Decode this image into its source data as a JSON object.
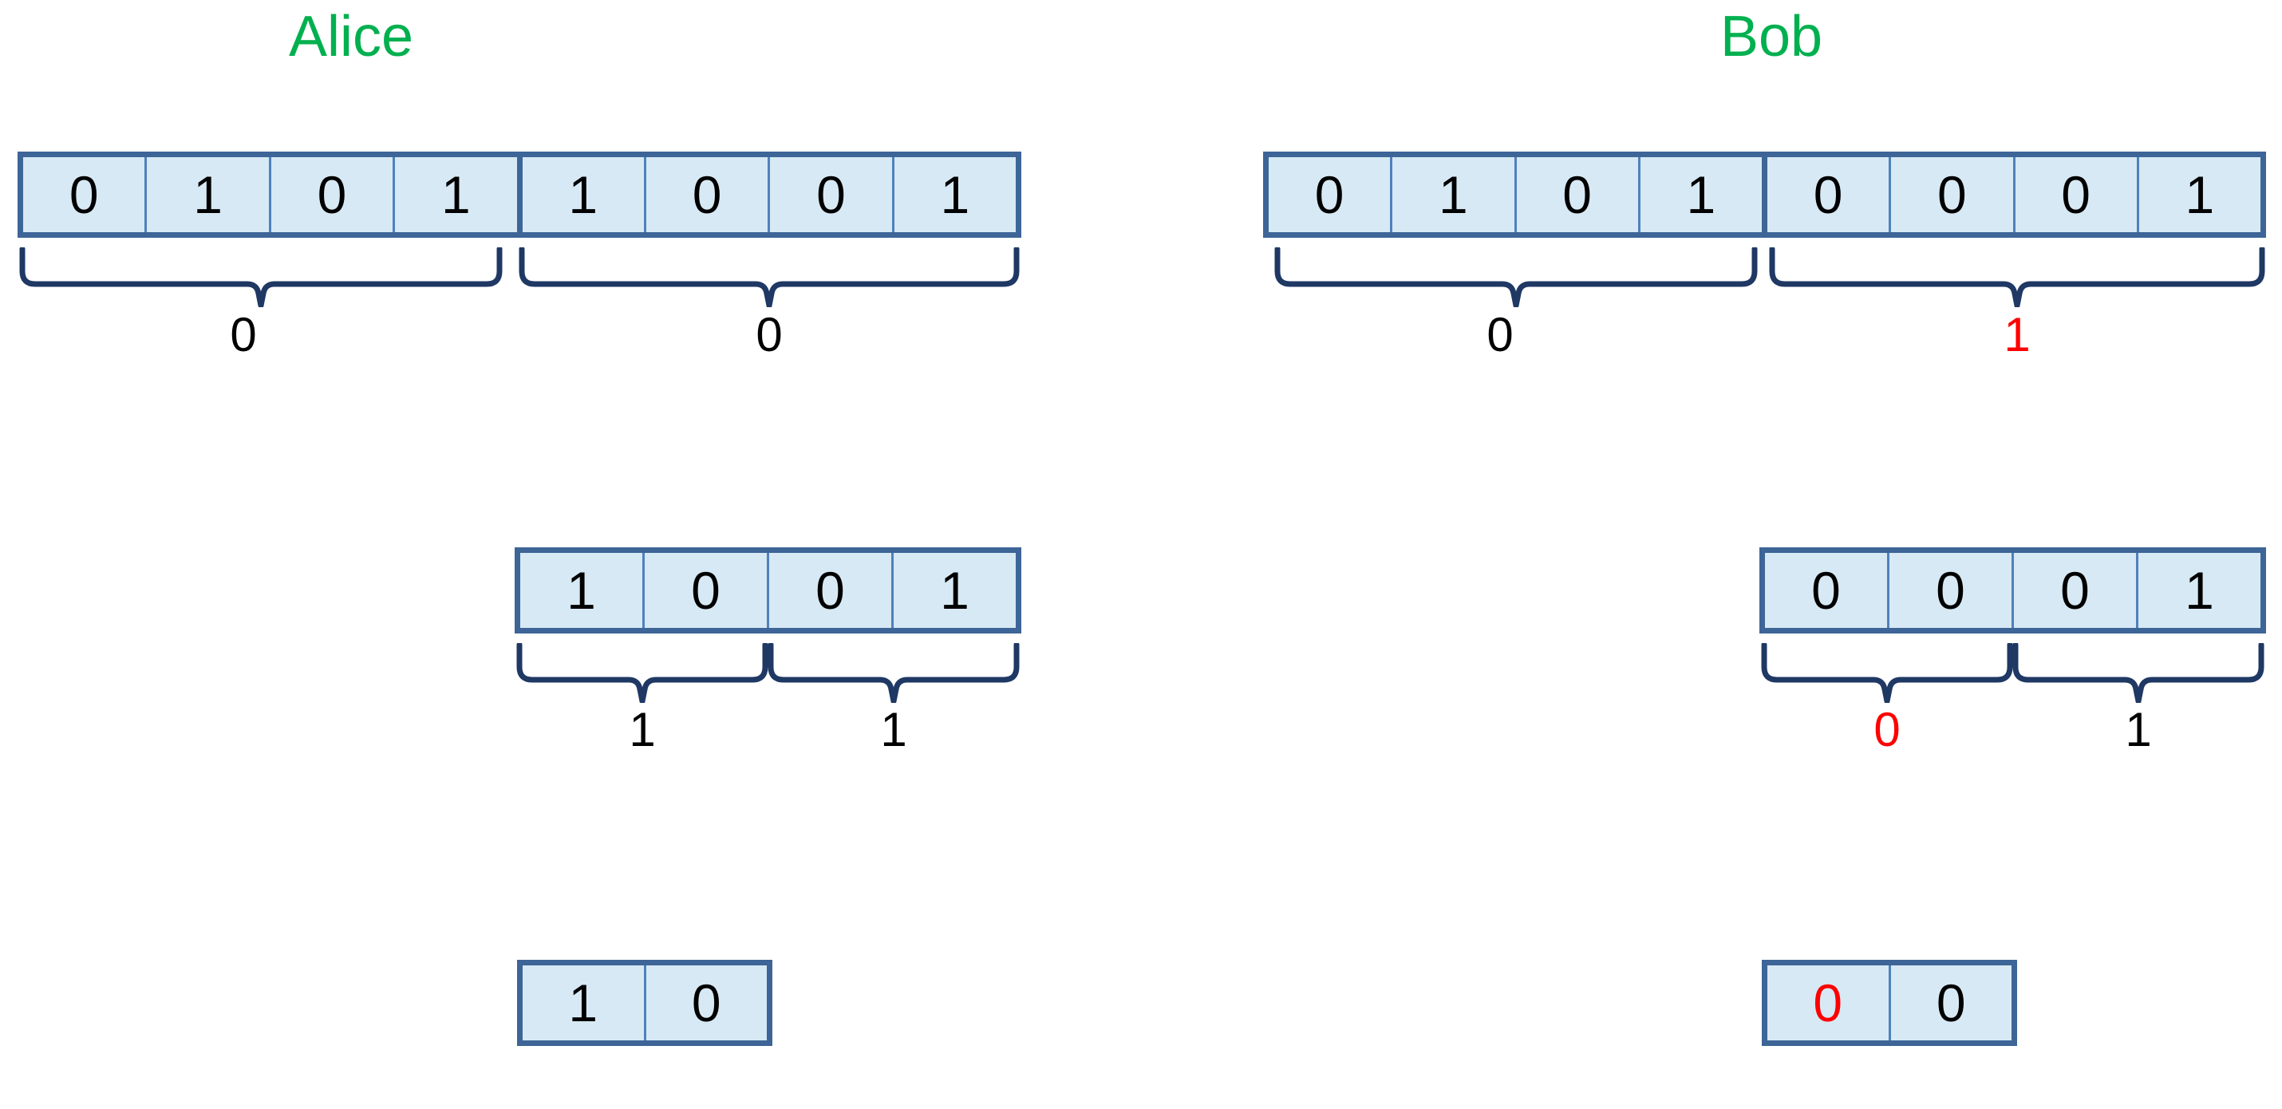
{
  "colors": {
    "accent_green": "#00B04F",
    "box_border": "#3D6597",
    "box_fill": "#D7E9F4",
    "cell_divider": "#4F81BD",
    "brace": "#1F3864",
    "highlight_red": "#FF0000",
    "digit_black": "#000000"
  },
  "parties": {
    "alice": {
      "title": "Alice",
      "level1": {
        "bits": [
          {
            "value": "0",
            "color": "black"
          },
          {
            "value": "1",
            "color": "black"
          },
          {
            "value": "0",
            "color": "black"
          },
          {
            "value": "1",
            "color": "black"
          },
          {
            "value": "1",
            "color": "black"
          },
          {
            "value": "0",
            "color": "black"
          },
          {
            "value": "0",
            "color": "black"
          },
          {
            "value": "1",
            "color": "black"
          }
        ],
        "labels": [
          {
            "value": "0",
            "color": "black"
          },
          {
            "value": "0",
            "color": "black"
          }
        ]
      },
      "level2": {
        "bits": [
          {
            "value": "1",
            "color": "black"
          },
          {
            "value": "0",
            "color": "black"
          },
          {
            "value": "0",
            "color": "black"
          },
          {
            "value": "1",
            "color": "black"
          }
        ],
        "labels": [
          {
            "value": "1",
            "color": "black"
          },
          {
            "value": "1",
            "color": "black"
          }
        ]
      },
      "level3": {
        "bits": [
          {
            "value": "1",
            "color": "black"
          },
          {
            "value": "0",
            "color": "black"
          }
        ]
      }
    },
    "bob": {
      "title": "Bob",
      "level1": {
        "bits": [
          {
            "value": "0",
            "color": "black"
          },
          {
            "value": "1",
            "color": "black"
          },
          {
            "value": "0",
            "color": "black"
          },
          {
            "value": "1",
            "color": "black"
          },
          {
            "value": "0",
            "color": "black"
          },
          {
            "value": "0",
            "color": "black"
          },
          {
            "value": "0",
            "color": "black"
          },
          {
            "value": "1",
            "color": "black"
          }
        ],
        "labels": [
          {
            "value": "0",
            "color": "black"
          },
          {
            "value": "1",
            "color": "red"
          }
        ]
      },
      "level2": {
        "bits": [
          {
            "value": "0",
            "color": "black"
          },
          {
            "value": "0",
            "color": "black"
          },
          {
            "value": "0",
            "color": "black"
          },
          {
            "value": "1",
            "color": "black"
          }
        ],
        "labels": [
          {
            "value": "0",
            "color": "red"
          },
          {
            "value": "1",
            "color": "black"
          }
        ]
      },
      "level3": {
        "bits": [
          {
            "value": "0",
            "color": "red"
          },
          {
            "value": "0",
            "color": "black"
          }
        ]
      }
    }
  }
}
